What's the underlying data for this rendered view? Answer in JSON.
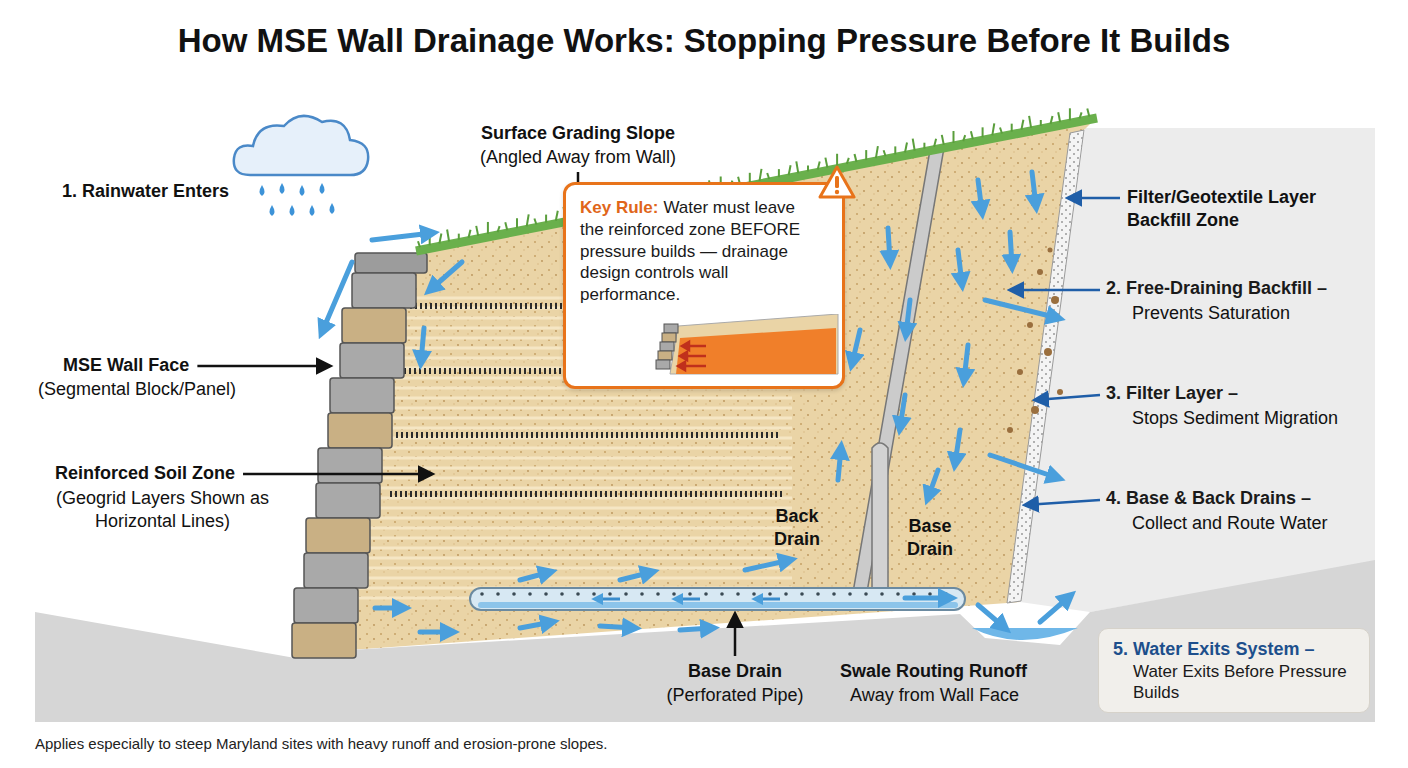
{
  "diagram": {
    "title": "How MSE Wall Drainage Works: Stopping Pressure Before It Builds",
    "caption": "Applies especially to steep Maryland sites with heavy runoff and erosion-prone slopes.",
    "nodes": [
      {
        "text": [
          "Key Rule:",
          "Water must leave the reinforced zone BEFORE pressure builds — drainage design controls wall performance."
        ]
      },
      {
        "text": [
          "5. Water Exits System –",
          "Water Exits Before Pressure Builds"
        ]
      }
    ],
    "labels": [
      "1. Rainwater Enters",
      "Surface Grading Slope",
      "(Angled Away from Wall)",
      "MSE Wall Face",
      "(Segmental Block/Panel)",
      "Reinforced Soil Zone",
      "(Geogrid Layers Shown as Horizontal Lines)",
      "Back Drain",
      "Base Drain",
      "Base Drain",
      "(Perforated Pipe)",
      "Swale Routing Runoff",
      "Away from Wall Face",
      "Filter/Geotextile Layer",
      "Backfill Zone",
      "2. Free-Draining Backfill –",
      "Prevents Saturation",
      "3. Filter Layer –",
      "Stops Sediment Migration",
      "4. Base & Back Drains –",
      "Collect and Route Water"
    ]
  }
}
